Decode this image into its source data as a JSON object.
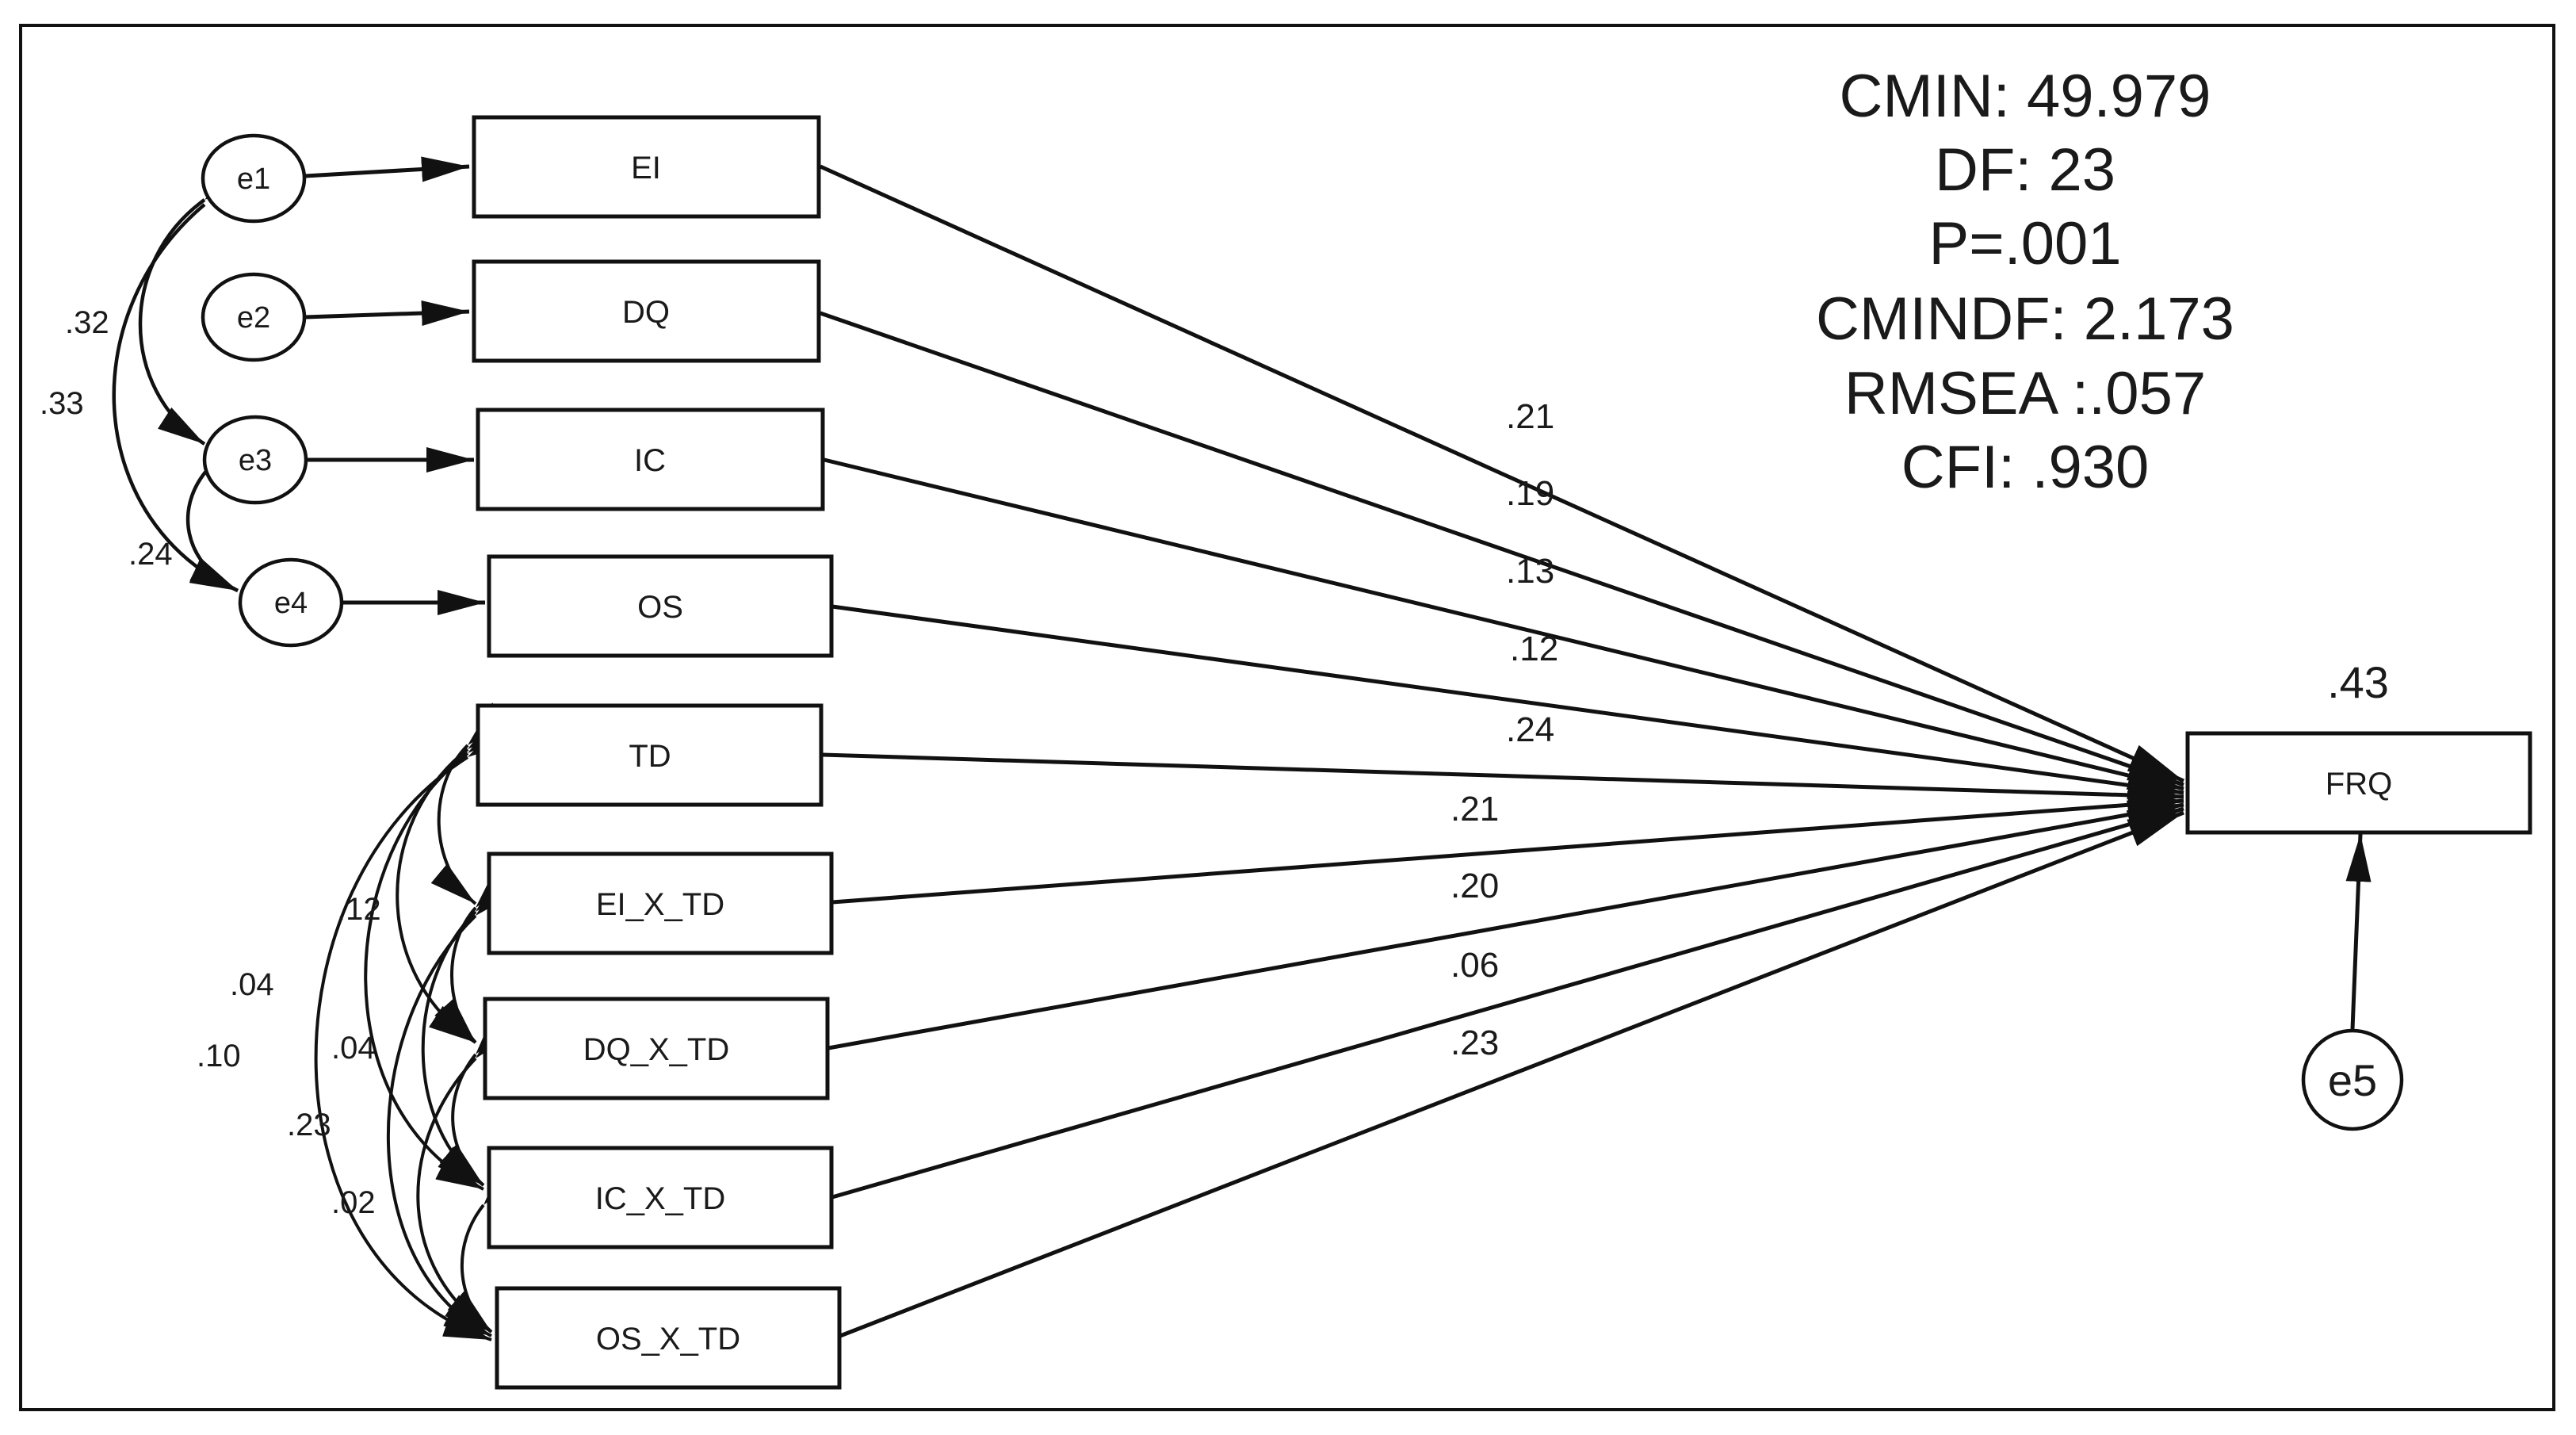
{
  "fit_stats": [
    "CMIN: 49.979",
    "DF: 23",
    "P=.001",
    "CMINDF: 2.173",
    "RMSEA :.057",
    "CFI: .930"
  ],
  "predictors": [
    "EI",
    "DQ",
    "IC",
    "OS",
    "TD",
    "EI_X_TD",
    "DQ_X_TD",
    "IC_X_TD",
    "OS_X_TD"
  ],
  "outcome": {
    "label": "FRQ",
    "r_squared": ".43",
    "error": "e5"
  },
  "errors": [
    "e1",
    "e2",
    "e3",
    "e4"
  ],
  "path_coefficients": [
    ".21",
    ".19",
    ".13",
    ".12",
    ".24",
    ".21",
    ".20",
    ".06",
    ".23"
  ],
  "error_covariances": [
    {
      "from": "e1",
      "to": "e3",
      "value": ".32"
    },
    {
      "from": "e1",
      "to": "e4",
      "value": ".33"
    },
    {
      "from": "e3",
      "to": "e4",
      "value": ".24"
    }
  ],
  "predictor_covariances": [
    {
      "label": ".12"
    },
    {
      "label": ".04"
    },
    {
      "label": ".10"
    },
    {
      "label": ".04"
    },
    {
      "label": ".23"
    },
    {
      "label": ".02"
    }
  ],
  "colors": {
    "line": "#111111",
    "background": "#ffffff"
  }
}
